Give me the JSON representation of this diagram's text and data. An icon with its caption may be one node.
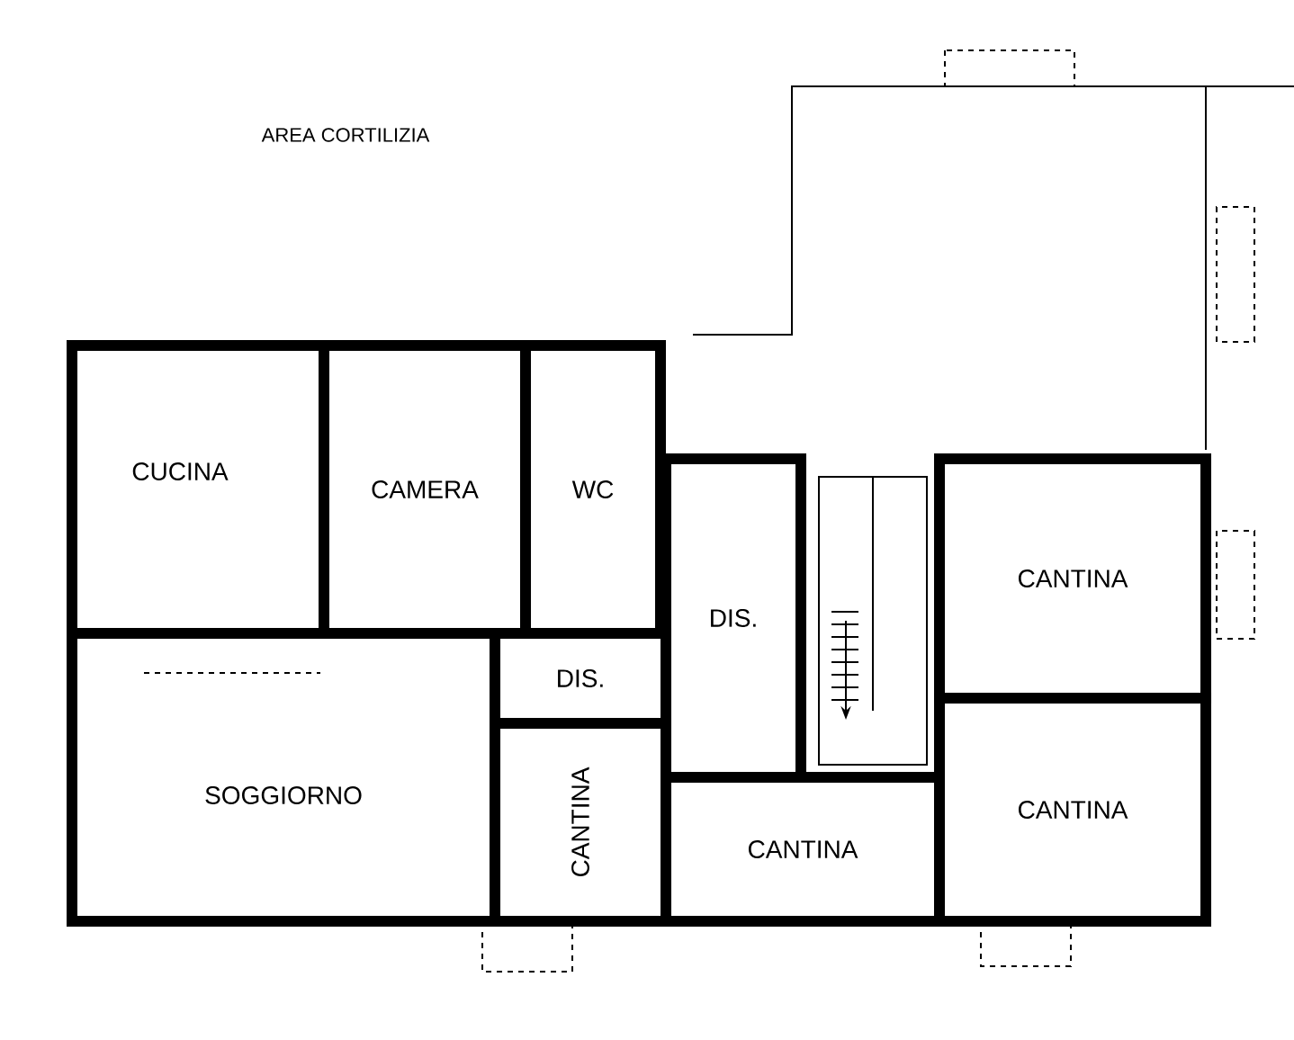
{
  "diagram": {
    "nodes": [
      {
        "text": [
          "CUCINA"
        ]
      },
      {
        "text": [
          "CAMERA"
        ]
      },
      {
        "text": [
          "WC"
        ]
      },
      {
        "text": [
          "CANTINA"
        ]
      },
      {
        "text": [
          "DIS."
        ]
      },
      {
        "text": [
          "DIS."
        ]
      },
      {
        "text": [
          "SOGGIORNO"
        ]
      },
      {
        "text": [
          "CANTINA"
        ]
      },
      {
        "text": [
          "CANTINA"
        ]
      },
      {
        "text": [
          "CANTINA"
        ]
      }
    ],
    "labels": [
      "AREA CORTILIZIA"
    ]
  }
}
